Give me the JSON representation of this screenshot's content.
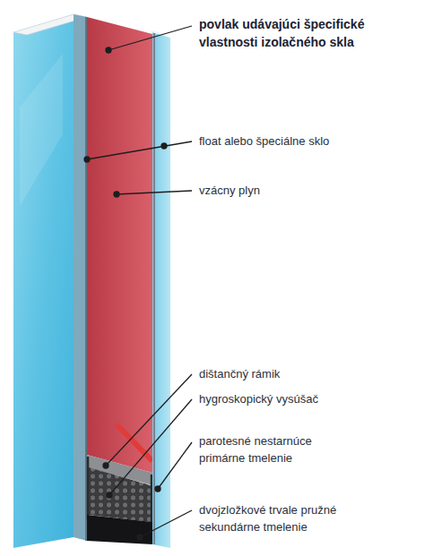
{
  "diagram": {
    "labels": [
      "povlak udávajúci špecifické vlastnosti izolačného skla",
      "float alebo špeciálne sklo",
      "vzácny plyn",
      "dištančný rámik",
      "hygroskopický vysúšač",
      "parotesné nestarnúce primárne tmelenie",
      "dvojzložkové trvale pružné sekundárne tmelenie"
    ]
  }
}
